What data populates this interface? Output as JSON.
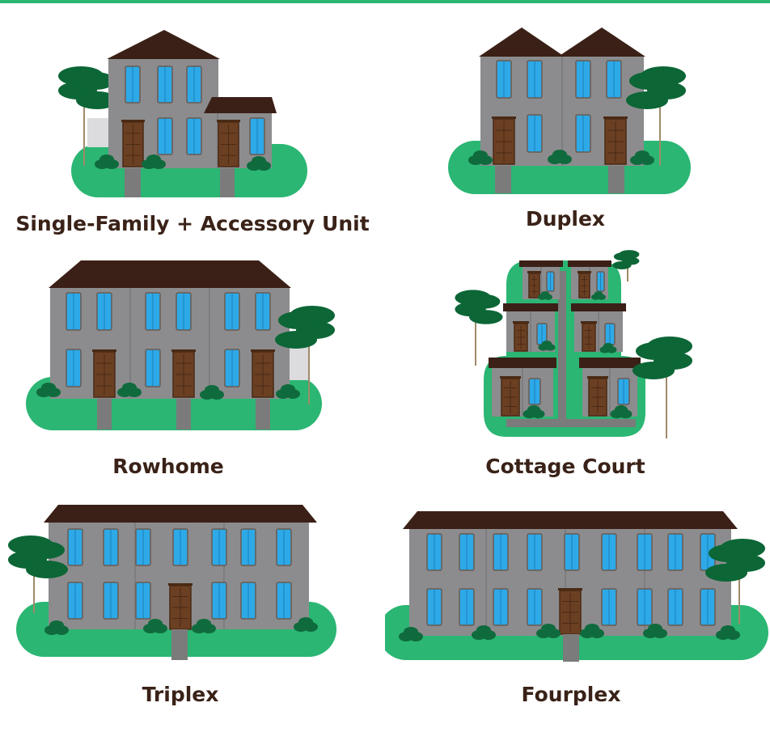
{
  "colors": {
    "accent_bar": "#2bb673",
    "lawn": "#2bb673",
    "bush": "#0f6b3d",
    "tree": "#0c6636",
    "trunk": "#a08a6a",
    "wall": "#8c8c8e",
    "wall_shade": "#7d7d80",
    "side_wall": "#dcdcde",
    "roof": "#3b2017",
    "window_glass": "#2da9e8",
    "window_frame": "#6a5a50",
    "door": "#6b3f22",
    "door_frame": "#4a2a15",
    "walkway": "#7b7b7b",
    "caption": "#3a2218"
  },
  "housing_types": [
    {
      "id": "single-family-adu",
      "label": "Single-Family + Accessory Unit",
      "icon": "single-family-adu-icon"
    },
    {
      "id": "duplex",
      "label": "Duplex",
      "icon": "duplex-icon"
    },
    {
      "id": "rowhome",
      "label": "Rowhome",
      "icon": "rowhome-icon"
    },
    {
      "id": "cottage-court",
      "label": "Cottage Court",
      "icon": "cottage-court-icon"
    },
    {
      "id": "triplex",
      "label": "Triplex",
      "icon": "triplex-icon"
    },
    {
      "id": "fourplex",
      "label": "Fourplex",
      "icon": "fourplex-icon"
    }
  ]
}
